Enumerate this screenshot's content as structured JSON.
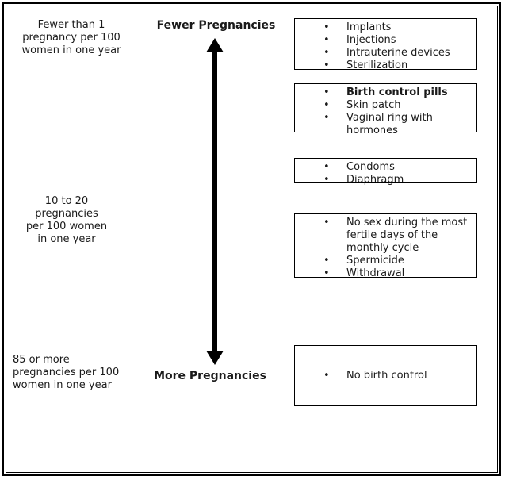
{
  "diagram": {
    "title_semantic": "birth-control-effectiveness-scale",
    "bullet_glyph": "•",
    "left_labels": [
      {
        "text": "Fewer than 1\npregnancy per 100\nwomen in one year"
      },
      {
        "text": "10 to 20\npregnancies\nper 100 women\nin one year"
      },
      {
        "text": "85 or more\npregnancies per 100\nwomen in one year"
      }
    ],
    "axis": {
      "top_label": "Fewer Pregnancies",
      "bottom_label": "More Pregnancies",
      "arrow_icon": "double-headed-vertical-arrow"
    },
    "boxes": [
      {
        "items": [
          "Implants",
          "Injections",
          "Intrauterine devices",
          "Sterilization"
        ]
      },
      {
        "items": [
          "Birth control pills",
          "Skin patch",
          "Vaginal ring with\nhormones"
        ],
        "bold_item_index": 0
      },
      {
        "items": [
          "Condoms",
          "Diaphragm"
        ]
      },
      {
        "items": [
          "No sex during the most\nfertile days of the\nmonthly cycle",
          "Spermicide",
          "Withdrawal"
        ]
      },
      {
        "items": [
          "No birth control"
        ]
      }
    ],
    "colors": {
      "text": "#1a1a1a",
      "border": "#000000",
      "arrow": "#000000",
      "background": "#ffffff"
    }
  }
}
